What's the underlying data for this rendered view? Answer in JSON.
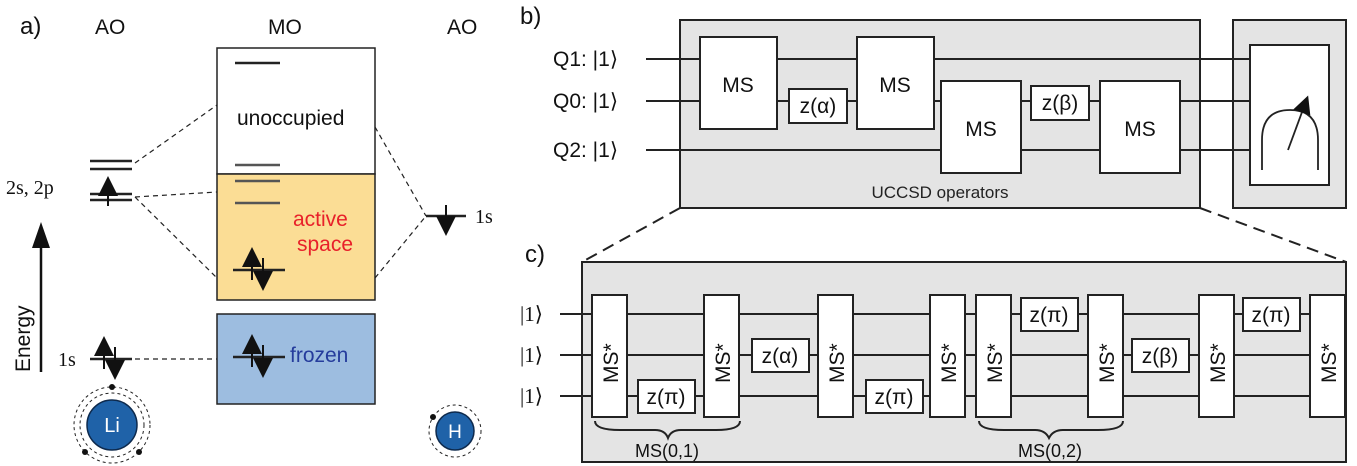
{
  "colors": {
    "active_fill": "#fbdd95",
    "frozen_fill": "#9dbde0",
    "panel_gray": "#e4e4e4",
    "atom_blue": "#1f62a8",
    "active_text": "#e8202a",
    "frozen_text": "#253c9c"
  },
  "panel_a": {
    "label": "a)",
    "ao_left": "AO",
    "mo": "MO",
    "ao_right": "AO",
    "unoccupied": "unoccupied",
    "active_1": "active",
    "active_2": "space",
    "frozen": "frozen",
    "energy": "Energy",
    "level_2s2p": "2s, 2p",
    "level_1s_left": "1s",
    "level_1s_right": "1s",
    "atom_li": "Li",
    "atom_h": "H"
  },
  "panel_b": {
    "label": "b)",
    "qubits": [
      "Q1: |1⟩",
      "Q0: |1⟩",
      "Q2: |1⟩"
    ],
    "gate_ms": "MS",
    "gate_z_alpha": "z(α)",
    "gate_z_beta": "z(β)",
    "operators_caption": "UCCSD operators",
    "measure_icon": "meter-icon"
  },
  "panel_c": {
    "label": "c)",
    "qubits": [
      "|1⟩",
      "|1⟩",
      "|1⟩"
    ],
    "gate_ms_star": "MS*",
    "gate_z_pi": "z(π)",
    "gate_z_alpha": "z(α)",
    "gate_z_beta": "z(β)",
    "brace_1": "MS(0,1)",
    "brace_2": "MS(0,2)"
  }
}
